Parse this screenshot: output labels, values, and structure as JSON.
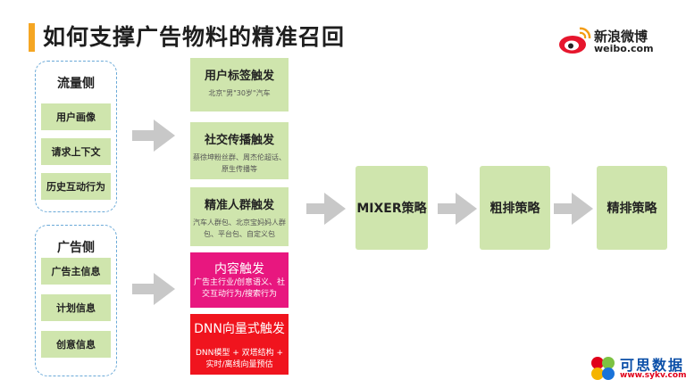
{
  "title": "如何支撑广告物料的精准召回",
  "brand": {
    "name_cn": "新浪微博",
    "name_en": "weibo.com"
  },
  "traffic_side": {
    "title": "流量侧",
    "items": [
      "用户画像",
      "请求上下文",
      "历史互动行为"
    ]
  },
  "ad_side": {
    "title": "广告侧",
    "items": [
      "广告主信息",
      "计划信息",
      "创意信息"
    ]
  },
  "triggers": [
    {
      "title": "用户标签触发",
      "desc": [
        "北京\"男\"30岁\"汽车"
      ]
    },
    {
      "title": "社交传播触发",
      "desc": [
        "蔡徐坤粉丝群、周杰伦超话、",
        "原生传播等"
      ]
    },
    {
      "title": "精准人群触发",
      "desc": [
        "汽车人群包、北京宝妈妈人群",
        "包、平台包、自定义包"
      ]
    },
    {
      "title": "内容触发",
      "desc": [
        "广告主行业/创意语义、社",
        "交互动行为/搜索行为"
      ]
    },
    {
      "title": "DNN向量式触发",
      "desc": [
        "DNN模型 + 双塔结构 +",
        "实时/离线向量预估"
      ]
    }
  ],
  "stages": [
    "MIXER策略",
    "粗排策略",
    "精排策略"
  ],
  "watermark": {
    "name": "可思数据",
    "url": "www.sykv.com"
  },
  "colors": {
    "accent": "#f5a623",
    "box_green": "#cfe5ad",
    "content_pink": "#e8177f",
    "dnn_red": "#f0141e",
    "group_border": "#6aa9d8",
    "arrow_gray": "#c8c8c8"
  }
}
